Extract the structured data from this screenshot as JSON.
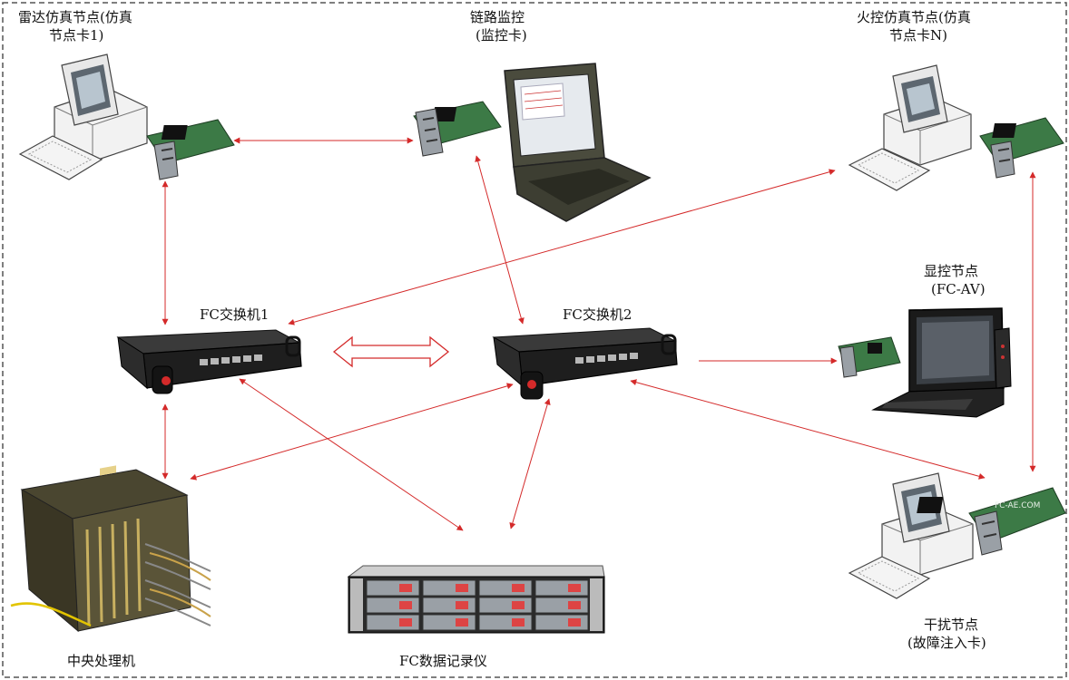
{
  "nodes": {
    "radar": {
      "line1": "雷达仿真节点(仿真",
      "line2": "节点卡1)"
    },
    "monitor": {
      "line1": "链路监控",
      "line2": "(监控卡)"
    },
    "fire_control": {
      "line1": "火控仿真节点(仿真",
      "line2": "节点卡N)"
    },
    "display": {
      "line1": "显控节点",
      "line2": "(FC-AV)"
    },
    "switch1": {
      "label": "FC交换机1"
    },
    "switch2": {
      "label": "FC交换机2"
    },
    "cpu": {
      "label": "中央处理机"
    },
    "recorder": {
      "label": "FC数据记录仪"
    },
    "jammer": {
      "line1": "干扰节点",
      "line2": "(故障注入卡)"
    }
  },
  "watermark": "FC-AE.COM",
  "colors": {
    "link": "#d42a2a",
    "frame": "#555555",
    "device_dark": "#1e1e1e",
    "card_green": "#3c7a46"
  }
}
